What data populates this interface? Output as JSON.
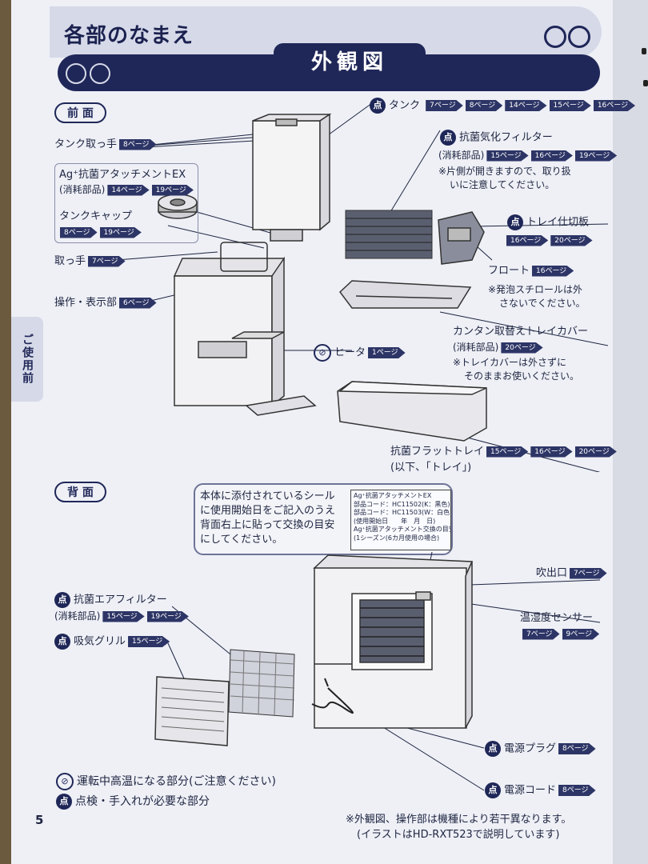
{
  "header": {
    "title": "各部のなまえ",
    "band_label": "外観図"
  },
  "side_tab": "ご使用前",
  "front": {
    "section_label": "前 面",
    "tank": {
      "label": "タンク",
      "pages": [
        "7ページ",
        "8ページ",
        "14ページ",
        "15ページ",
        "16ページ"
      ]
    },
    "tank_handle": {
      "label": "タンク取っ手",
      "pages": [
        "8ページ"
      ]
    },
    "ag_attachment": {
      "label": "Ag⁺抗菌アタッチメントEX",
      "sub": "(消耗部品)",
      "pages": [
        "14ページ",
        "19ページ"
      ]
    },
    "tank_cap": {
      "label": "タンクキャップ",
      "pages": [
        "8ページ",
        "19ページ"
      ]
    },
    "handle": {
      "label": "取っ手",
      "pages": [
        "7ページ"
      ]
    },
    "control_display": {
      "label": "操作・表示部",
      "pages": [
        "6ページ"
      ]
    },
    "filter": {
      "label": "抗菌気化フィルター",
      "sub": "(消耗部品)",
      "pages": [
        "15ページ",
        "16ページ",
        "19ページ"
      ],
      "note1": "※片側が開きますので、取り扱",
      "note2": "いに注意してください。"
    },
    "tray_divider": {
      "label": "トレイ仕切板",
      "pages": [
        "16ページ",
        "20ページ"
      ]
    },
    "float": {
      "label": "フロート",
      "pages": [
        "16ページ"
      ],
      "note1": "※発泡スチロールは外",
      "note2": "さないでください。"
    },
    "tray_cover": {
      "label": "カンタン取替えトレイカバー",
      "sub": "(消耗部品)",
      "pages": [
        "20ページ"
      ],
      "note1": "※トレイカバーは外さずに",
      "note2": "そのままお使いください。"
    },
    "heater": {
      "label": "ヒータ",
      "pages": [
        "1ページ"
      ]
    },
    "tray": {
      "label": "抗菌フラットトレイ",
      "pages": [
        "15ページ",
        "16ページ",
        "20ページ"
      ],
      "sub": "(以下、「トレイ」)"
    }
  },
  "back": {
    "section_label": "背 面",
    "callout": {
      "line1": "本体に添付されているシール",
      "line2": "に使用開始日をご記入のうえ",
      "line3": "背面右上に貼って交換の目安",
      "line4": "にしてください。"
    },
    "seal": {
      "line1": "Ag⁺抗菌アタッチメントEX",
      "line2": "部品コード：HC11502(K：黒色)",
      "line3": "部品コード：HC11503(W：白色)",
      "line4": "(使用開始日　　年　月　日)",
      "line5": "Ag⁺抗菌アタッチメント交換の目安",
      "line6": "(1シーズン(6カ月使用の場合)"
    },
    "outlet": {
      "label": "吹出口",
      "pages": [
        "7ページ"
      ]
    },
    "sensor": {
      "label": "温湿度センサー",
      "pages": [
        "7ページ",
        "9ページ"
      ]
    },
    "air_filter": {
      "label": "抗菌エアフィルター",
      "sub": "(消耗部品)",
      "pages": [
        "15ページ",
        "19ページ"
      ]
    },
    "intake_grille": {
      "label": "吸気グリル",
      "pages": [
        "15ページ"
      ]
    },
    "plug": {
      "label": "電源プラグ",
      "pages": [
        "8ページ"
      ]
    },
    "cord": {
      "label": "電源コード",
      "pages": [
        "8ページ"
      ]
    }
  },
  "legend": {
    "hot": "運転中高温になる部分(ご注意ください)",
    "maint": "点検・手入れが必要な部分",
    "ten_mark": "点"
  },
  "footer": {
    "page_number": "5",
    "note1": "※外観図、操作部は機種により若干異なります。",
    "note2": "(イラストはHD-RXT523で説明しています)"
  }
}
